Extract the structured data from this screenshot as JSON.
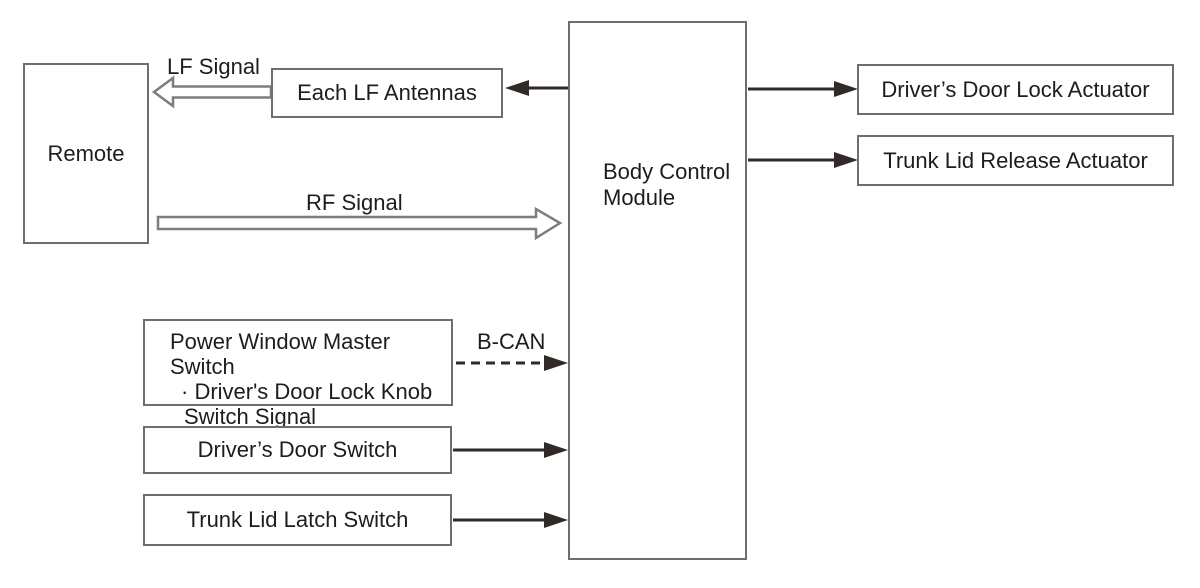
{
  "colors": {
    "background": "#ffffff",
    "box_border": "#6e6e6e",
    "text": "#1d1d1d",
    "solid_arrow": "#322a28",
    "hollow_arrow_outline": "#7d7d7d",
    "hollow_arrow_fill": "#ffffff"
  },
  "nodes": {
    "remote": {
      "label": "Remote"
    },
    "each_lf_antennas": {
      "label": "Each LF Antennas"
    },
    "body_control_module": {
      "line1": "Body Control",
      "line2": "Module"
    },
    "drivers_door_lock_actuator": {
      "label": "Driver’s Door Lock Actuator"
    },
    "trunk_lid_release_actuator": {
      "label": "Trunk Lid Release Actuator"
    },
    "power_window_master_switch": {
      "line1": "Power Window Master Switch",
      "line2": "· Driver's Door Lock Knob",
      "line3": "Switch Signal"
    },
    "drivers_door_switch": {
      "label": "Driver’s Door Switch"
    },
    "trunk_lid_latch_switch": {
      "label": "Trunk Lid Latch Switch"
    }
  },
  "edge_labels": {
    "lf_signal": "LF Signal",
    "rf_signal": "RF Signal",
    "b_can": "B-CAN"
  }
}
